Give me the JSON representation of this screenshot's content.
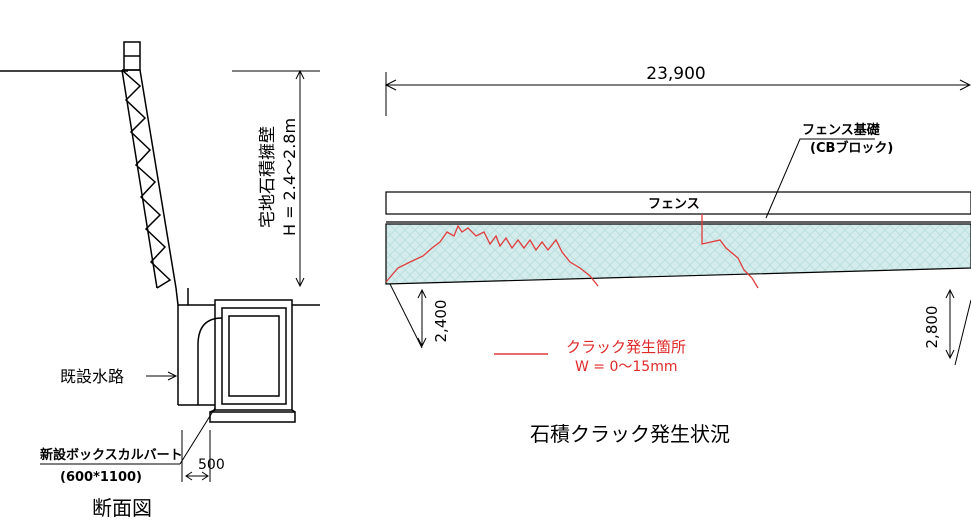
{
  "left_section": {
    "wall_label": "宅地石積擁壁",
    "wall_height": "H = 2.4～2.8m",
    "existing_channel_label": "既設水路",
    "culvert_label": "新設ボックスカルバート",
    "culvert_size": "(600*1100)",
    "width_dim": "500",
    "caption": "断面図"
  },
  "right_section": {
    "length_dim": "23,900",
    "fence_base_label": "フェンス基礎",
    "fence_base_sub": "(CBブロック)",
    "fence_label": "フェンス",
    "height_left": "2,400",
    "height_right": "2,800",
    "legend_label": "クラック発生箇所",
    "legend_width": "W = 0～15mm",
    "caption": "石積クラック発生状況"
  },
  "colors": {
    "line": "#000000",
    "crack": "#e23b3b",
    "legend_text": "#e02a2a",
    "wall_fill": "#d4ecec"
  }
}
